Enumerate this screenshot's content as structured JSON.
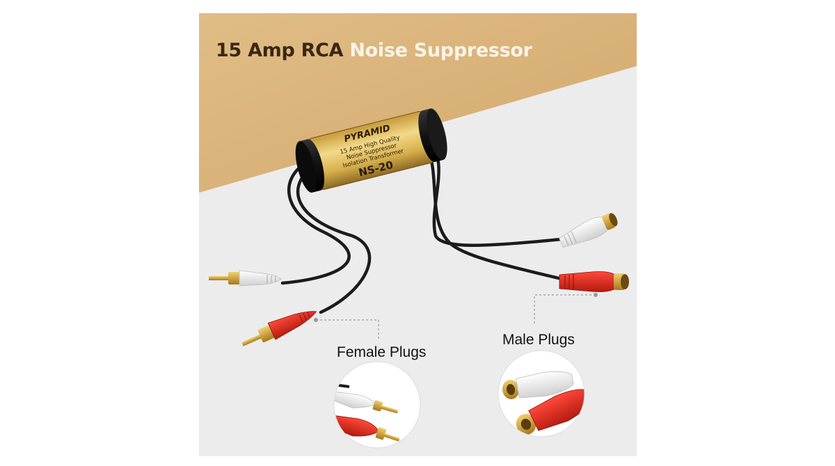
{
  "title": {
    "part1": "15 Amp RCA",
    "part2": "Noise Suppressor"
  },
  "device": {
    "brand": "PYRAMID",
    "line1": "15 Amp High Quality",
    "line2": "Noise Suppressor",
    "line3": "Isolation Transformer",
    "model": "NS-20"
  },
  "callouts": {
    "left": "Female Plugs",
    "right": "Male Plugs"
  },
  "colors": {
    "banner_gold": "#d9b27a",
    "background_gray": "#ececec",
    "plug_red": "#e42a1c",
    "plug_white": "#f4f4f4",
    "connector_gold": "#d7a733",
    "cable_black": "#1b1b1b"
  }
}
